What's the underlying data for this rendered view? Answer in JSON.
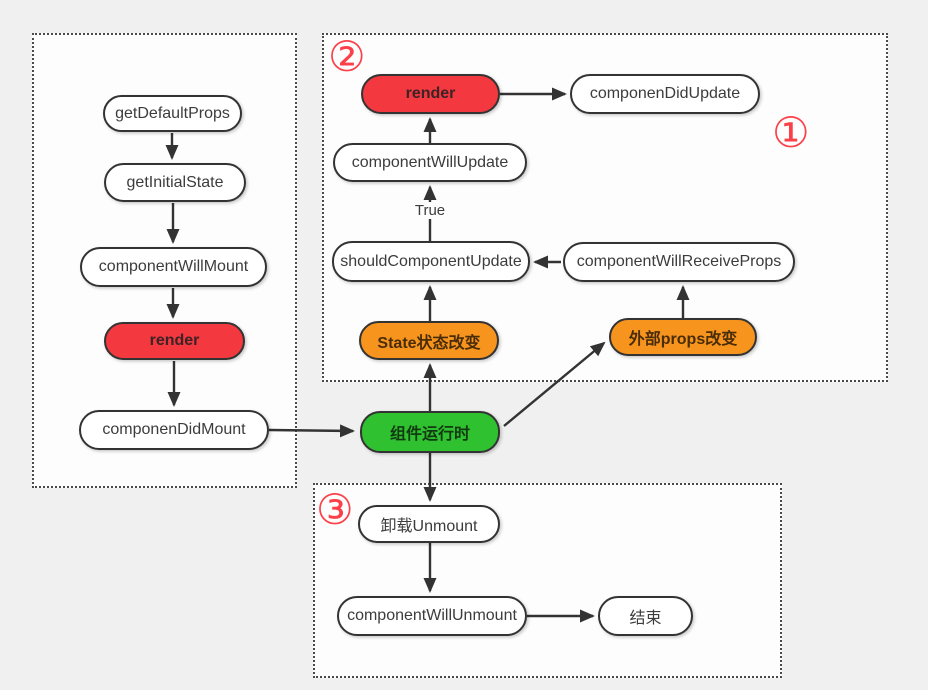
{
  "diagram": {
    "title_semantic": "React component lifecycle flowchart",
    "markers": {
      "one": "①",
      "two": "②",
      "three": "③"
    },
    "edge_labels": {
      "true_text": "True"
    },
    "nodes": {
      "get_default_props": "getDefaultProps",
      "get_initial_state": "getInitialState",
      "component_will_mount": "componentWillMount",
      "render_mount": "render",
      "componen_did_mount": "componenDidMount",
      "render_update": "render",
      "componen_did_update": "componenDidUpdate",
      "component_will_update": "componentWillUpdate",
      "should_component_update": "shouldComponentUpdate",
      "component_will_receive_props": "componentWillReceiveProps",
      "state_change": "State状态改变",
      "props_change": "外部props改变",
      "component_running": "组件运行时",
      "unmount": "卸载Unmount",
      "component_will_unmount": "componentWillUnmount",
      "end": "结束"
    },
    "colors": {
      "node_red": "#f3393f",
      "node_orange": "#f7941e",
      "node_green": "#2fc12f",
      "line": "#333333",
      "marker_red": "#fb4049",
      "canvas_bg": "#f0f0f0",
      "box_fill": "#fdfdfd"
    }
  }
}
